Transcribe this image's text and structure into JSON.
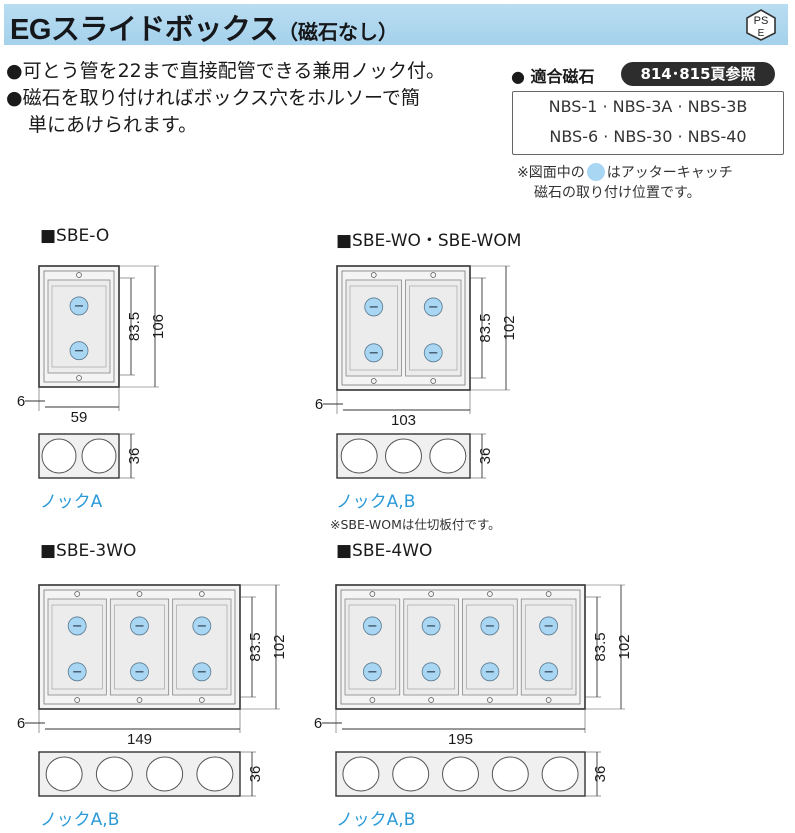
{
  "header": {
    "title": "EGスライドボックス",
    "subtitle": "（磁石なし）",
    "badge_text": "PS E",
    "background_color": "#a5d1ec"
  },
  "features": [
    "●可とう管を22まで直接配管できる兼用ノック付。",
    "●磁石を取り付ければボックス穴をホルソーで簡",
    "単にあけられます。"
  ],
  "magnets": {
    "label": "● 適合磁石",
    "page_ref": "814･815頁参照",
    "rows": [
      "NBS-1 · NBS-3A · NBS-3B",
      "NBS-6 · NBS-30 · NBS-40"
    ]
  },
  "figure_note": {
    "line1_prefix": "※図面中の",
    "line1_suffix": "はアッターキャッチ",
    "line2": "磁石の取り付け位置です。",
    "marker_color": "#a8d6f3"
  },
  "products": [
    {
      "name": "■SBE-O",
      "dims": {
        "width": "59",
        "height": "106",
        "inner_height": "83.5",
        "offset": "6",
        "depth": "36"
      },
      "knock": "ノックA"
    },
    {
      "name": "■SBE-WO・SBE-WOM",
      "dims": {
        "width": "103",
        "height": "102",
        "inner_height": "83.5",
        "offset": "6",
        "depth": "36"
      },
      "knock": "ノックA,B",
      "note": "※SBE-WOMは仕切板付です。"
    },
    {
      "name": "■SBE-3WO",
      "dims": {
        "width": "149",
        "height": "102",
        "inner_height": "83.5",
        "offset": "6",
        "depth": "36"
      },
      "knock": "ノックA,B"
    },
    {
      "name": "■SBE-4WO",
      "dims": {
        "width": "195",
        "height": "102",
        "inner_height": "83.5",
        "offset": "6",
        "depth": "36"
      },
      "knock": "ノックA,B"
    }
  ],
  "colors": {
    "knock_text": "#2b9ad8",
    "magnet_marker": "#a8d6f3",
    "drawing_line": "#333333"
  }
}
